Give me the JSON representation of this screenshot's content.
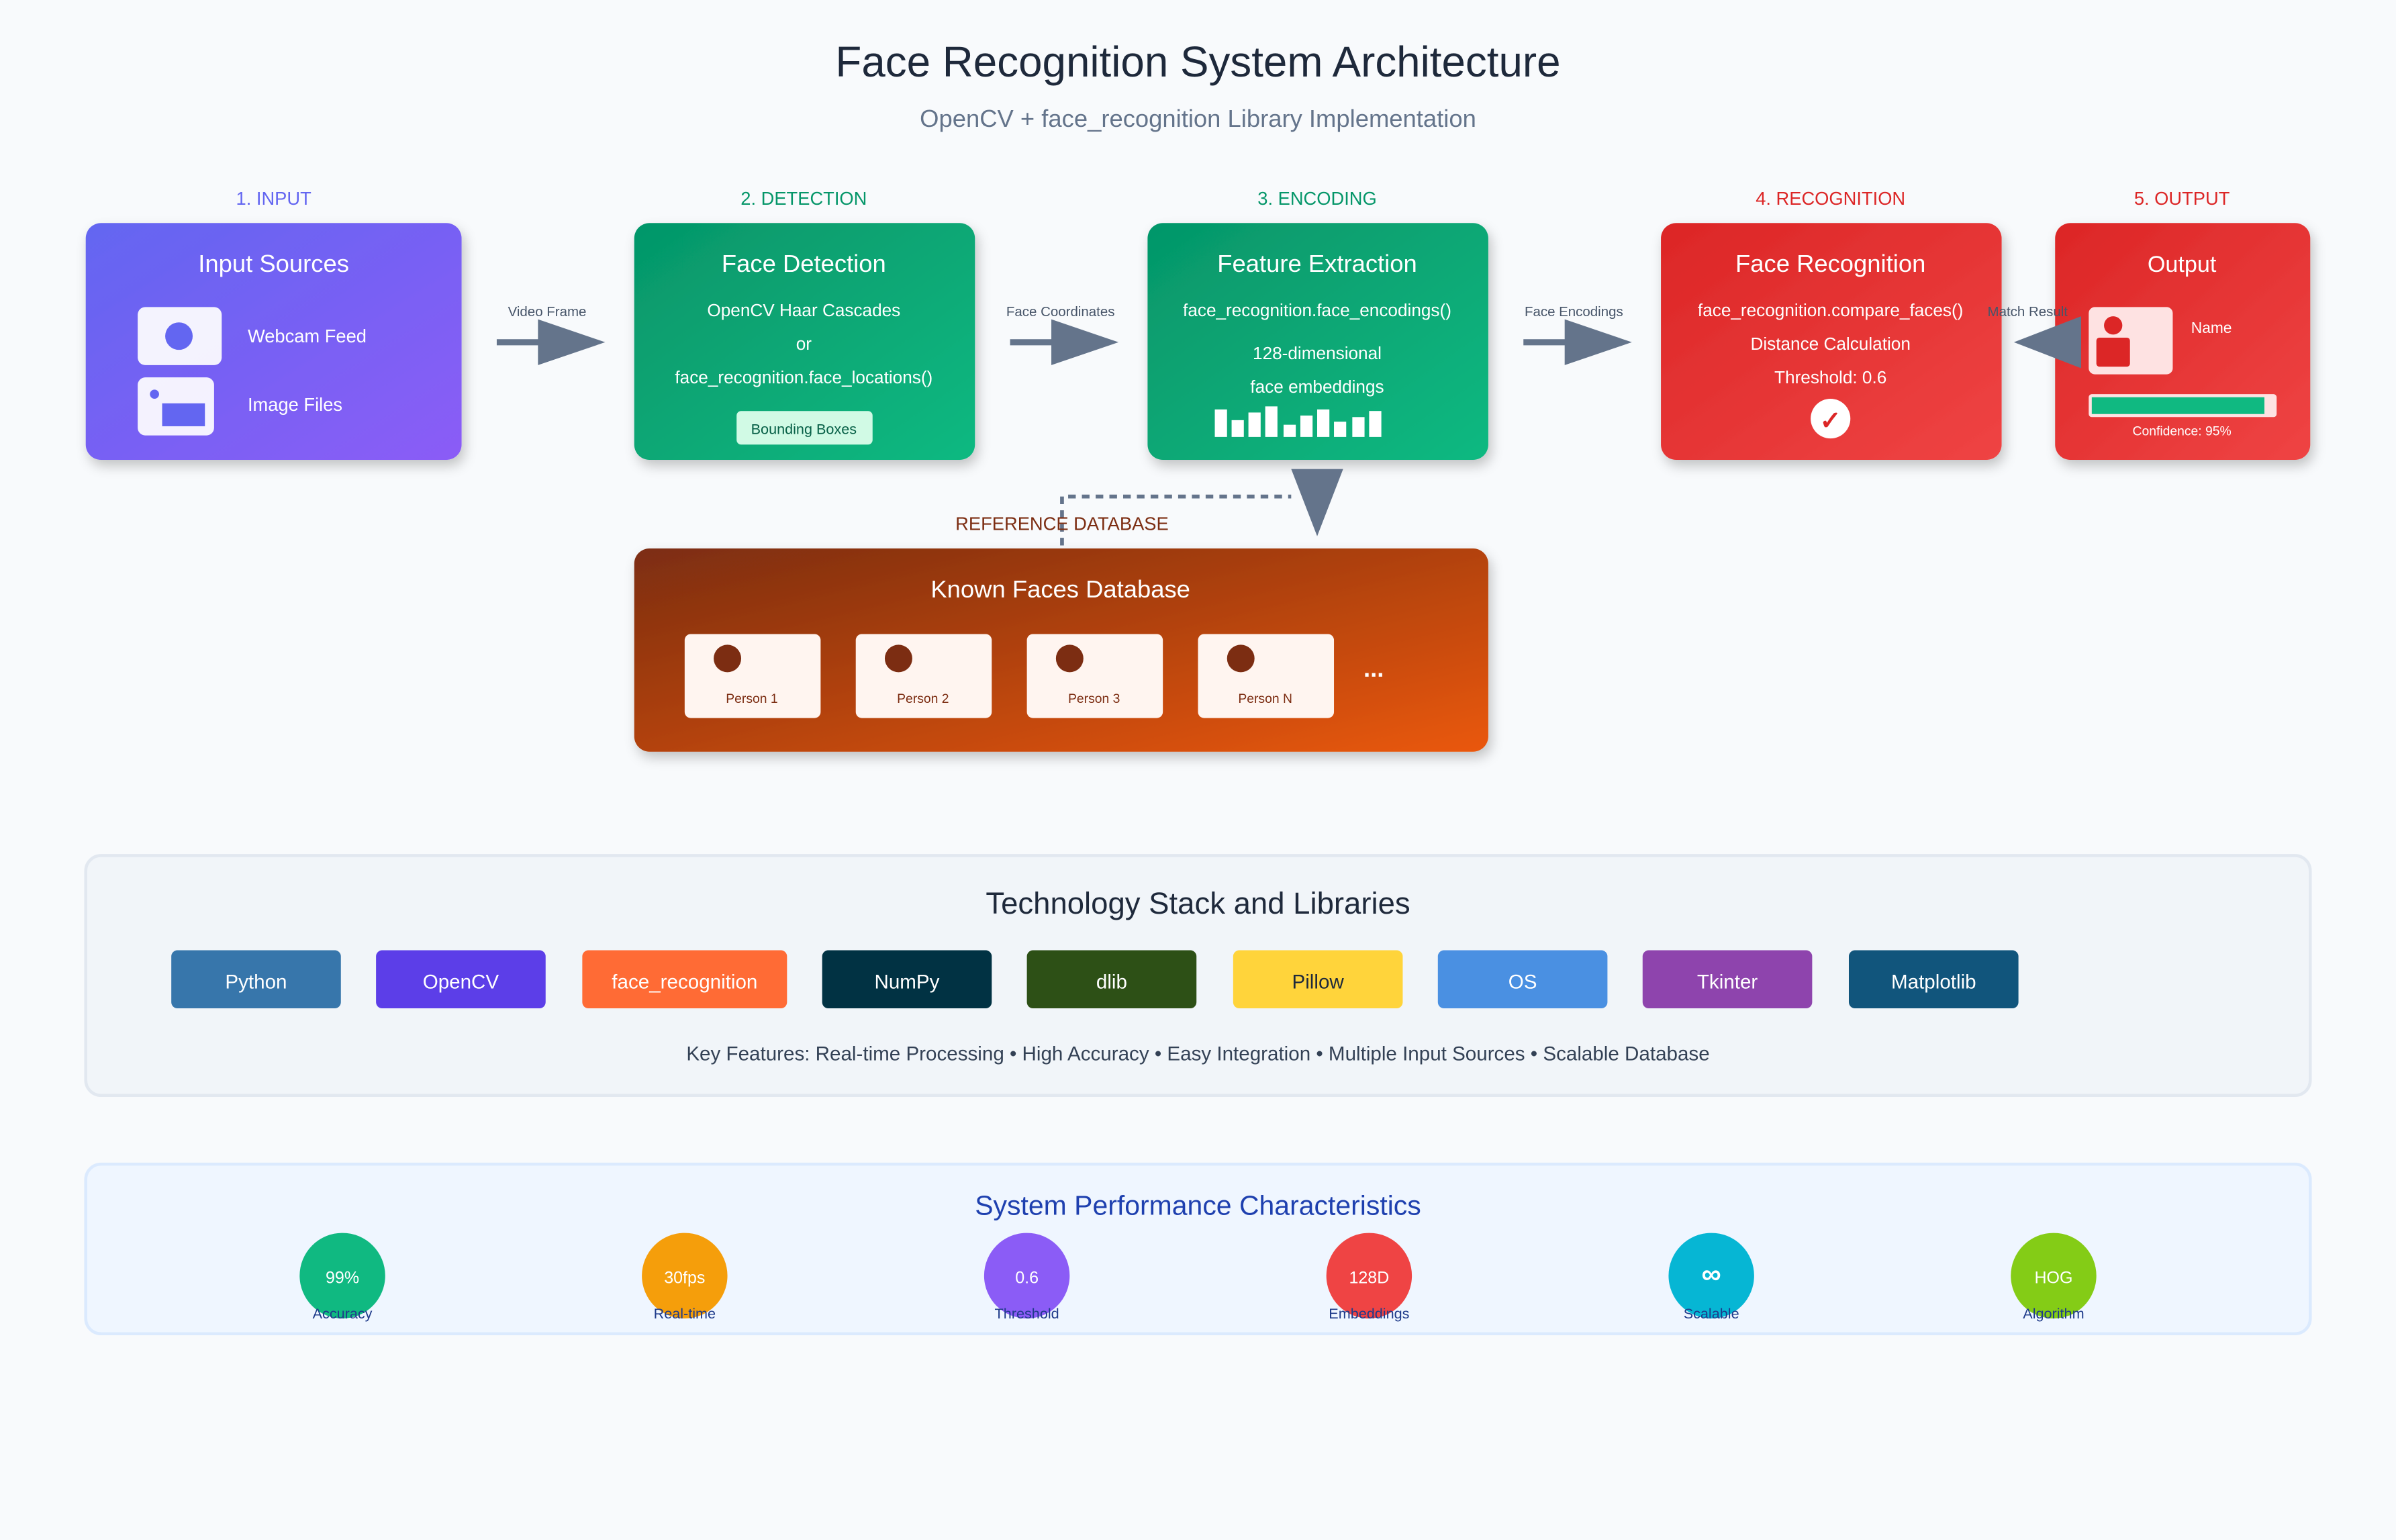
{
  "header": {
    "title": "Face Recognition System Architecture",
    "subtitle": "OpenCV + face_recognition Library Implementation"
  },
  "stages": {
    "input": {
      "step": "1. INPUT",
      "title": "Input Sources",
      "items": [
        "Webcam Feed",
        "Image Files"
      ]
    },
    "detection": {
      "step": "2. DETECTION",
      "title": "Face Detection",
      "lines": [
        "OpenCV Haar Cascades",
        "or",
        "face_recognition.face_locations()"
      ],
      "badge": "Bounding Boxes"
    },
    "encoding": {
      "step": "3. ENCODING",
      "title": "Feature Extraction",
      "lines": [
        "face_recognition.face_encodings()",
        "128-dimensional",
        "face embeddings"
      ]
    },
    "recognition": {
      "step": "4. RECOGNITION",
      "title": "Face Recognition",
      "lines": [
        "face_recognition.compare_faces()",
        "Distance Calculation",
        "Threshold: 0.6"
      ],
      "check": "✓"
    },
    "output": {
      "step": "5. OUTPUT",
      "title": "Output",
      "name_label": "Name",
      "confidence_label": "Confidence: 95%",
      "confidence_value": 0.95
    }
  },
  "arrows": {
    "video_frame": "Video Frame",
    "face_coordinates": "Face Coordinates",
    "face_encodings": "Face Encodings",
    "match_result": "Match Result"
  },
  "database": {
    "caption": "REFERENCE DATABASE",
    "title": "Known Faces Database",
    "persons": [
      "Person 1",
      "Person 2",
      "Person 3",
      "Person N"
    ],
    "more": "..."
  },
  "tech_stack": {
    "title": "Technology Stack and Libraries",
    "libraries": [
      {
        "label": "Python",
        "color": "#3776ab",
        "text_color": "#ffffff"
      },
      {
        "label": "OpenCV",
        "color": "#5c3ee8",
        "text_color": "#ffffff"
      },
      {
        "label": "face_recognition",
        "color": "#ff6b35",
        "text_color": "#ffffff"
      },
      {
        "label": "NumPy",
        "color": "#013243",
        "text_color": "#ffffff"
      },
      {
        "label": "dlib",
        "color": "#2d5016",
        "text_color": "#ffffff"
      },
      {
        "label": "Pillow",
        "color": "#ffd43b",
        "text_color": "#1e293b"
      },
      {
        "label": "OS",
        "color": "#4a90e2",
        "text_color": "#ffffff"
      },
      {
        "label": "Tkinter",
        "color": "#8e44ad",
        "text_color": "#ffffff"
      },
      {
        "label": "Matplotlib",
        "color": "#11557c",
        "text_color": "#ffffff"
      }
    ],
    "key_features": "Key Features: Real-time Processing • High Accuracy • Easy Integration • Multiple Input Sources • Scalable Database"
  },
  "performance": {
    "title": "System Performance Characteristics",
    "metrics": [
      {
        "value": "99%",
        "label": "Accuracy",
        "color": "#10b981"
      },
      {
        "value": "30fps",
        "label": "Real-time",
        "color": "#f59e0b"
      },
      {
        "value": "0.6",
        "label": "Threshold",
        "color": "#8b5cf6"
      },
      {
        "value": "128D",
        "label": "Embeddings",
        "color": "#ef4444"
      },
      {
        "value": "∞",
        "label": "Scalable",
        "color": "#06b6d4"
      },
      {
        "value": "HOG",
        "label": "Algorithm",
        "color": "#84cc16"
      }
    ]
  },
  "colors": {
    "input": "#6366f1",
    "detection": "#059669",
    "encoding": "#059669",
    "recognition": "#dc2626",
    "database": "#9a3412",
    "arrow": "#64748b",
    "title": "#1e293b",
    "perf_title": "#1e40af"
  }
}
